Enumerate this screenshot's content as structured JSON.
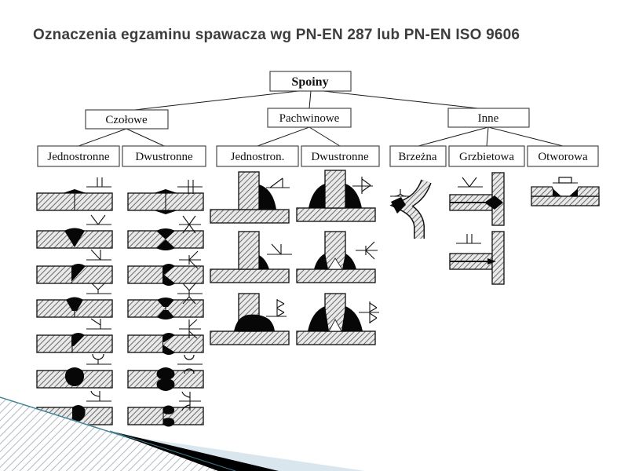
{
  "slide": {
    "title": "Oznaczenia egzaminu spawacza wg PN-EN 287 lub PN-EN ISO 9606"
  },
  "tree": {
    "root": {
      "label": "Spoiny"
    },
    "level2": [
      {
        "id": "czolowe",
        "label": "Czołowe"
      },
      {
        "id": "pachwinowe",
        "label": "Pachwinowe"
      },
      {
        "id": "inne",
        "label": "Inne"
      }
    ],
    "level3": [
      {
        "id": "jednostronne",
        "label": "Jednostronne"
      },
      {
        "id": "dwustronne-czolowe",
        "label": "Dwustronne"
      },
      {
        "id": "jednostron-pachw",
        "label": "Jednostron."
      },
      {
        "id": "dwustronne-pachw",
        "label": "Dwustronne"
      },
      {
        "id": "brzezna",
        "label": "Brzeżna"
      },
      {
        "id": "grzbietowa",
        "label": "Grzbietowa"
      },
      {
        "id": "otworowa",
        "label": "Otworowa"
      }
    ]
  },
  "figures": [
    {
      "group": "jednostronne-butt-welds",
      "items": [
        {
          "type": "square-butt",
          "symbol": "parallel"
        },
        {
          "type": "single-v",
          "symbol": "v"
        },
        {
          "type": "single-bevel",
          "symbol": "bevel"
        },
        {
          "type": "single-y",
          "symbol": "y"
        },
        {
          "type": "single-half-y",
          "symbol": "half-y"
        },
        {
          "type": "single-u",
          "symbol": "u"
        },
        {
          "type": "single-j",
          "symbol": "j"
        }
      ]
    },
    {
      "group": "dwustronne-butt-welds",
      "items": [
        {
          "type": "double-square-butt",
          "symbol": "double-parallel"
        },
        {
          "type": "double-v-x",
          "symbol": "x"
        },
        {
          "type": "double-bevel-k",
          "symbol": "k"
        },
        {
          "type": "double-y",
          "symbol": "double-y-sym"
        },
        {
          "type": "double-half-y",
          "symbol": "double-half-y-sym"
        },
        {
          "type": "double-u",
          "symbol": "double-u-sym"
        },
        {
          "type": "double-j",
          "symbol": "double-j-sym"
        }
      ]
    },
    {
      "group": "jednostronne-fillet-welds",
      "items": [
        {
          "type": "fillet-single",
          "symbol": "fillet"
        },
        {
          "type": "fillet-bevel",
          "symbol": "bevel"
        },
        {
          "type": "fillet-double-run",
          "symbol": "fillet-stacked"
        }
      ]
    },
    {
      "group": "dwustronne-fillet-welds",
      "items": [
        {
          "type": "fillet-both-sides",
          "symbol": "fillet-arrow"
        },
        {
          "type": "fillet-bevel-both",
          "symbol": "k"
        },
        {
          "type": "fillet-double-both",
          "symbol": "fillet-both"
        }
      ]
    },
    {
      "group": "brzezna-welds",
      "items": [
        {
          "type": "edge-weld",
          "symbol": "edge"
        }
      ]
    },
    {
      "group": "grzbietowa-welds",
      "items": [
        {
          "type": "backing-run-v",
          "symbol": "v"
        },
        {
          "type": "backing-run-square",
          "symbol": "parallel"
        }
      ]
    },
    {
      "group": "otworowa-welds",
      "items": [
        {
          "type": "plug-weld",
          "symbol": "plug"
        }
      ]
    }
  ],
  "colors": {
    "title_text": "#3d3d3d",
    "diagram_line": "#1a1a1a",
    "plate_fill": "#e9e9e9",
    "weld_fill": "#070707",
    "decor_teal": "#3d7f93",
    "decor_black": "#000000",
    "decor_blue": "#d9e6ee"
  }
}
